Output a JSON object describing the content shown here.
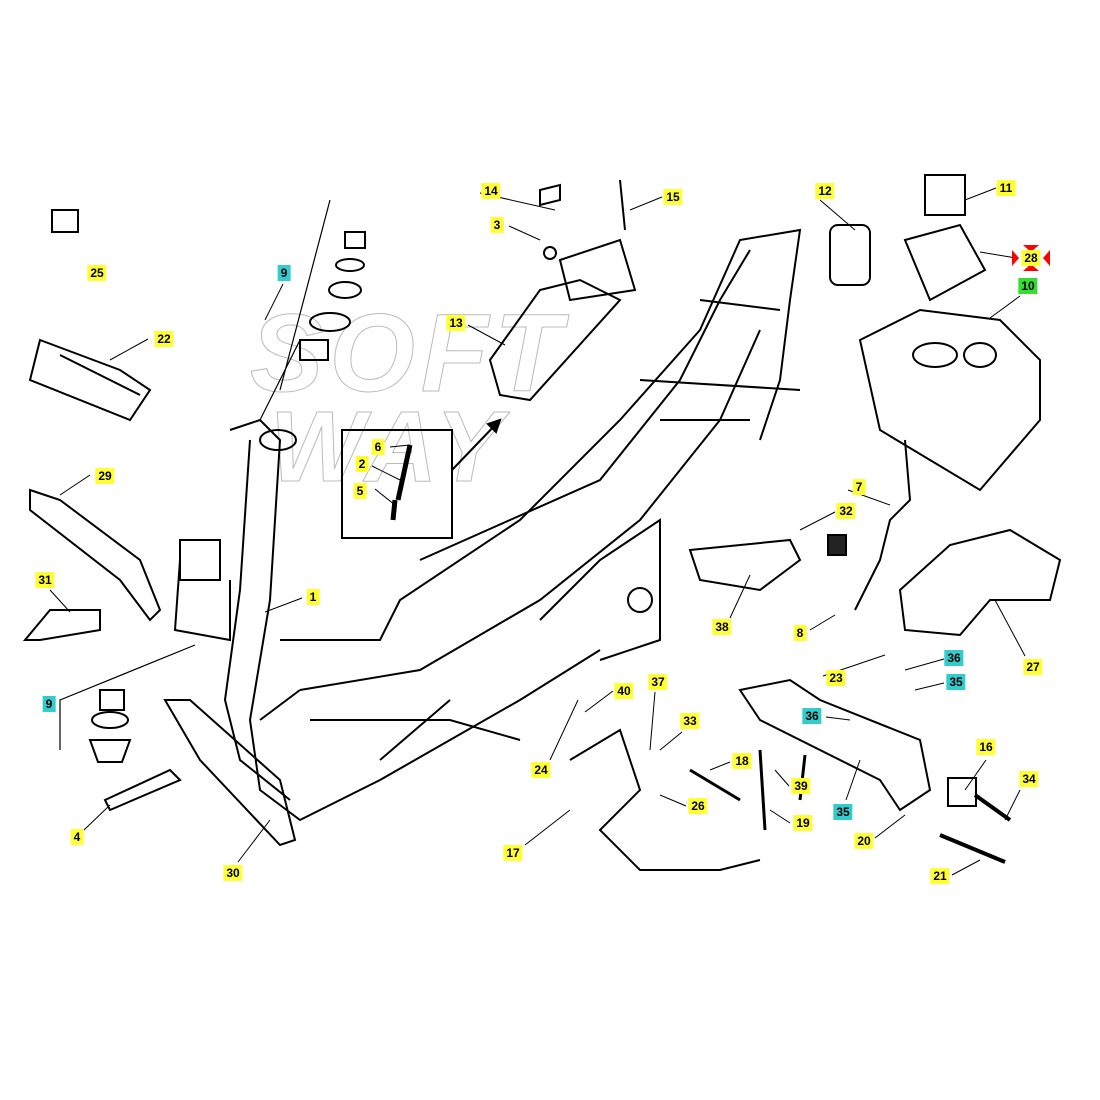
{
  "watermark": "SOFT WAY",
  "colors": {
    "yellow": "#ffff33",
    "cyan": "#33cccc",
    "green": "#33dd33",
    "marker": "#ff0000"
  },
  "callouts": [
    {
      "id": "25",
      "color": "yellow"
    },
    {
      "id": "9",
      "color": "cyan"
    },
    {
      "id": "22",
      "color": "yellow"
    },
    {
      "id": "14",
      "color": "yellow"
    },
    {
      "id": "3",
      "color": "yellow"
    },
    {
      "id": "15",
      "color": "yellow"
    },
    {
      "id": "13",
      "color": "yellow"
    },
    {
      "id": "12",
      "color": "yellow"
    },
    {
      "id": "11",
      "color": "yellow"
    },
    {
      "id": "28",
      "color": "yellow"
    },
    {
      "id": "10",
      "color": "green"
    },
    {
      "id": "6",
      "color": "yellow"
    },
    {
      "id": "2",
      "color": "yellow"
    },
    {
      "id": "5",
      "color": "yellow"
    },
    {
      "id": "29",
      "color": "yellow"
    },
    {
      "id": "7",
      "color": "yellow"
    },
    {
      "id": "32",
      "color": "yellow"
    },
    {
      "id": "31",
      "color": "yellow"
    },
    {
      "id": "1",
      "color": "yellow"
    },
    {
      "id": "38",
      "color": "yellow"
    },
    {
      "id": "8",
      "color": "yellow"
    },
    {
      "id": "27",
      "color": "yellow"
    },
    {
      "id": "9",
      "color": "cyan"
    },
    {
      "id": "23",
      "color": "yellow"
    },
    {
      "id": "36",
      "color": "cyan"
    },
    {
      "id": "35",
      "color": "cyan"
    },
    {
      "id": "40",
      "color": "yellow"
    },
    {
      "id": "37",
      "color": "yellow"
    },
    {
      "id": "33",
      "color": "yellow"
    },
    {
      "id": "36",
      "color": "cyan"
    },
    {
      "id": "24",
      "color": "yellow"
    },
    {
      "id": "18",
      "color": "yellow"
    },
    {
      "id": "39",
      "color": "yellow"
    },
    {
      "id": "16",
      "color": "yellow"
    },
    {
      "id": "34",
      "color": "yellow"
    },
    {
      "id": "26",
      "color": "yellow"
    },
    {
      "id": "4",
      "color": "yellow"
    },
    {
      "id": "19",
      "color": "yellow"
    },
    {
      "id": "35",
      "color": "cyan"
    },
    {
      "id": "20",
      "color": "yellow"
    },
    {
      "id": "17",
      "color": "yellow"
    },
    {
      "id": "30",
      "color": "yellow"
    },
    {
      "id": "21",
      "color": "yellow"
    }
  ]
}
